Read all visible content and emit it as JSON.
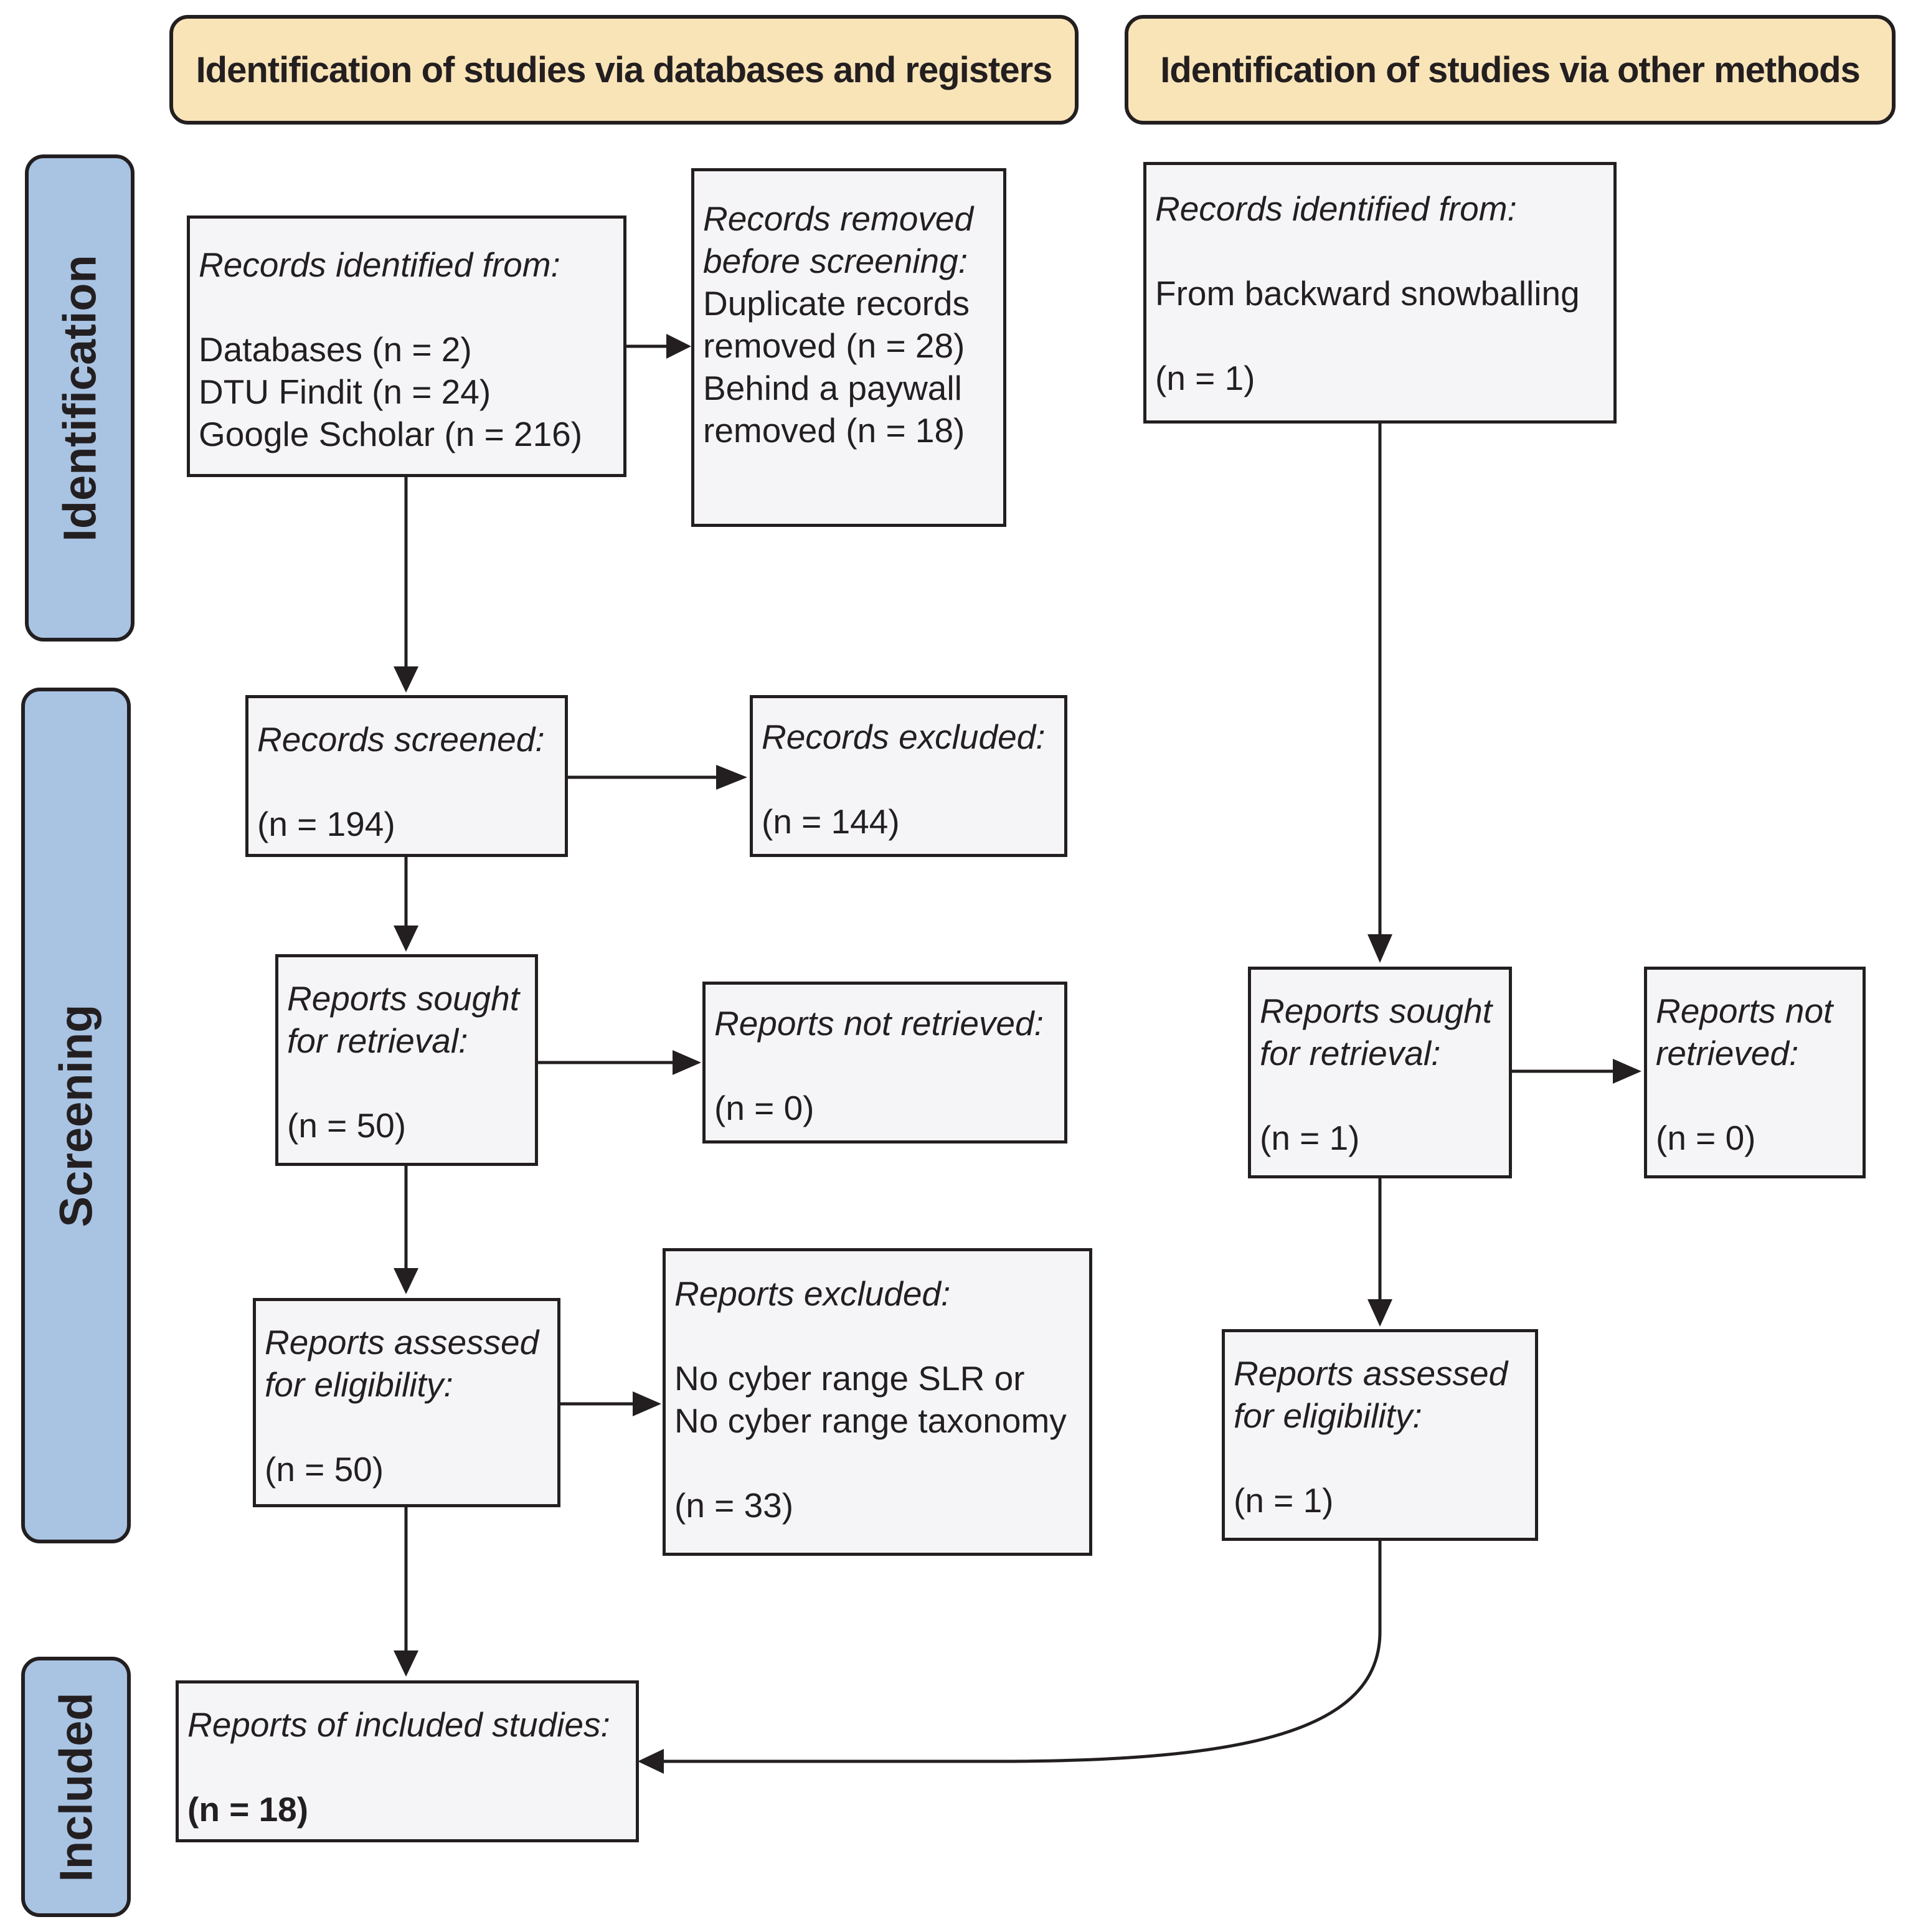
{
  "headers": {
    "left": "Identification of studies via databases and registers",
    "right": "Identification of studies via other methods"
  },
  "phases": {
    "identification": "Identification",
    "screening": "Screening",
    "included": "Included"
  },
  "boxes": {
    "records_identified": {
      "title": "Records identified from:",
      "lines": [
        "Databases (n = 2)",
        "DTU Findit (n = 24)",
        "Google Scholar (n = 216)"
      ]
    },
    "records_removed": {
      "title_lines": [
        "Records removed",
        "before screening:"
      ],
      "lines": [
        "Duplicate records",
        "removed  (n = 28)",
        "Behind a paywall",
        "removed (n = 18)"
      ]
    },
    "records_identified_other": {
      "title": "Records identified from:",
      "source": "From backward snowballing",
      "count": "(n = 1)"
    },
    "records_screened": {
      "title": "Records screened:",
      "count": "(n = 194)"
    },
    "records_excluded": {
      "title": "Records excluded:",
      "count": "(n = 144)"
    },
    "reports_sought": {
      "title_lines": [
        "Reports sought",
        "for retrieval:"
      ],
      "count": "(n = 50)"
    },
    "reports_not_retrieved": {
      "title": "Reports not retrieved:",
      "count": "(n = 0)"
    },
    "reports_sought_other": {
      "title_lines": [
        "Reports sought",
        "for retrieval:"
      ],
      "count": "(n = 1)"
    },
    "reports_not_retrieved_other": {
      "title_lines": [
        "Reports not",
        "retrieved:"
      ],
      "count": "(n = 0)"
    },
    "reports_assessed": {
      "title_lines": [
        "Reports assessed",
        "for eligibility:"
      ],
      "count": "(n = 50)"
    },
    "reports_excluded": {
      "title": "Reports excluded:",
      "lines": [
        "No cyber range SLR or",
        "No cyber range taxonomy"
      ],
      "count": "(n = 33)"
    },
    "reports_assessed_other": {
      "title_lines": [
        "Reports assessed",
        "for eligibility:"
      ],
      "count": "(n = 1)"
    },
    "included_studies": {
      "title": "Reports of included studies:",
      "count": "(n = 18)"
    }
  },
  "colors": {
    "header_fill": "#f9e4b8",
    "phase_fill": "#a9c3e3",
    "box_fill": "#f5f5f7",
    "stroke": "#231f20"
  }
}
